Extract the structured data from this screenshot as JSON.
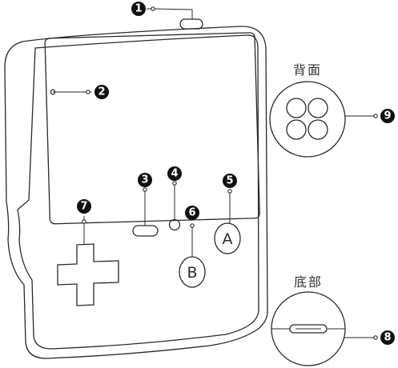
{
  "views": {
    "back_label": "背面",
    "bottom_label": "底部"
  },
  "buttons": {
    "a_label": "A",
    "b_label": "B"
  },
  "callouts": [
    "1",
    "2",
    "3",
    "4",
    "5",
    "6",
    "7",
    "8",
    "9"
  ]
}
